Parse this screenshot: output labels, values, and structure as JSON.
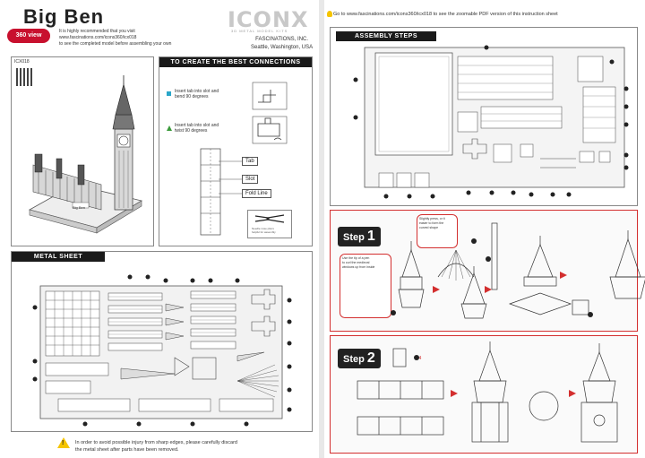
{
  "header": {
    "title": "Big Ben",
    "badge": "360 view",
    "recommendation_lines": [
      "It is highly recommended that you visit",
      "www.fascinations.com/icons360/icx018",
      "to see the completed model before assembling your own"
    ],
    "brand": "ICONX",
    "brand_sub": "3D METAL MODEL KITS",
    "company": "FASCINATIONS, INC.",
    "location": "Seattle, Washington, USA"
  },
  "model": {
    "code": "ICX018",
    "base_label": "Big Ben"
  },
  "connections": {
    "title": "TO CREATE THE BEST CONNECTIONS",
    "tip1": [
      "Insert tab into slot and",
      "bend 90 degrees"
    ],
    "tip2": [
      "Insert tab into slot and",
      "twist 90 degrees"
    ],
    "labels": {
      "tab": "Tab",
      "slot": "Slot",
      "fold": "Fold Line"
    },
    "tool_hint": [
      "Needle nose pliers",
      "helpful for assembly"
    ]
  },
  "metal_sheet": {
    "title": "METAL SHEET"
  },
  "warning": {
    "lines": [
      "In order to avoid possible injury from sharp edges, please carefully discard",
      "the metal sheet after parts have been removed."
    ]
  },
  "right": {
    "goto": "Go to www.fascinations.com/icons360/icx018 to see the zoomable PDF version of this instruction sheet",
    "assembly_title": "ASSEMBLY STEPS",
    "step1": {
      "prefix": "Step",
      "num": "1"
    },
    "step2": {
      "prefix": "Step",
      "num": "2"
    },
    "step1_notes": {
      "a": [
        "Use the tip of a pen",
        "to curl the medieval",
        "windows up from inside"
      ],
      "b": [
        "Slightly press, or it",
        "easier to form the",
        "curved shape"
      ]
    },
    "step2_callout": "x4"
  },
  "colors": {
    "accent": "#d32f2f",
    "header_bg": "#1a1a1a",
    "badge": "#c8102e"
  }
}
